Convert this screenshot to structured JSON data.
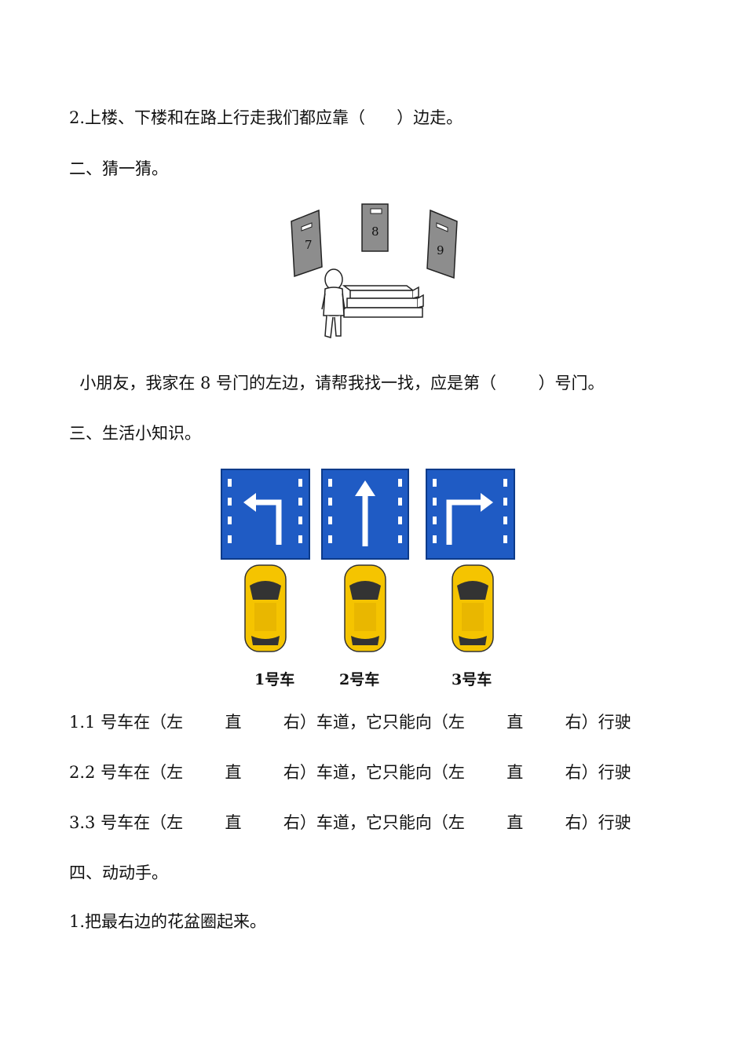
{
  "lines": {
    "q1_2": "2.上楼、下楼和在路上行走我们都应靠（      ）边走。",
    "sec2": "二、猜一猜。",
    "q2": "  小朋友，我家在 8 号门的左边，请帮我找一找，应是第（        ）号门。",
    "sec3": "三、生活小知识。",
    "q3_1": "1.1 号车在（左        直        右）车道，它只能向（左        直        右）行驶",
    "q3_2": "2.2 号车在（左        直        右）车道，它只能向（左        直        右）行驶",
    "q3_3": "3.3 号车在（左        直        右）车道，它只能向（左        直        右）行驶",
    "sec4": "四、动动手。",
    "q4_1": "1.把最右边的花盆圈起来。"
  },
  "doors": [
    "7",
    "8",
    "9"
  ],
  "cars": [
    "1号车",
    "2号车",
    "3号车"
  ],
  "colors": {
    "sign_blue": "#1f5bc4",
    "car_yellow": "#f5c400",
    "door_gray": "#8d8d8d"
  }
}
